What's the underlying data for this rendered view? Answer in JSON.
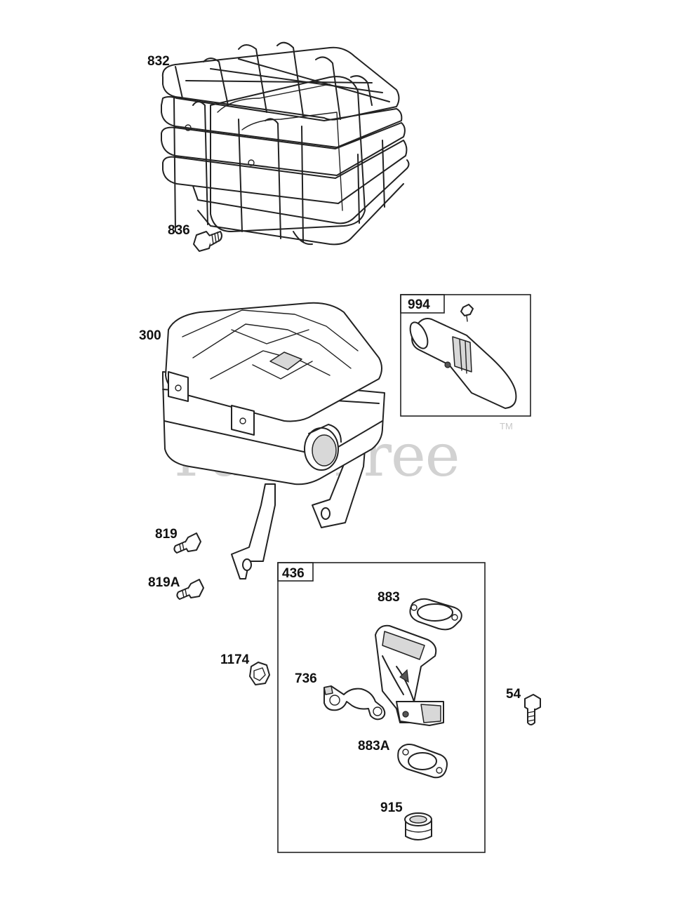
{
  "watermark": {
    "text": "PartsTree",
    "trademark": "TM"
  },
  "parts": [
    {
      "id": "832",
      "label": "832"
    },
    {
      "id": "836",
      "label": "836"
    },
    {
      "id": "300",
      "label": "300"
    },
    {
      "id": "994",
      "label": "994"
    },
    {
      "id": "819",
      "label": "819"
    },
    {
      "id": "819A",
      "label": "819A"
    },
    {
      "id": "436",
      "label": "436"
    },
    {
      "id": "883",
      "label": "883"
    },
    {
      "id": "1174",
      "label": "1174"
    },
    {
      "id": "736",
      "label": "736"
    },
    {
      "id": "54",
      "label": "54"
    },
    {
      "id": "883A",
      "label": "883A"
    },
    {
      "id": "915",
      "label": "915"
    }
  ]
}
